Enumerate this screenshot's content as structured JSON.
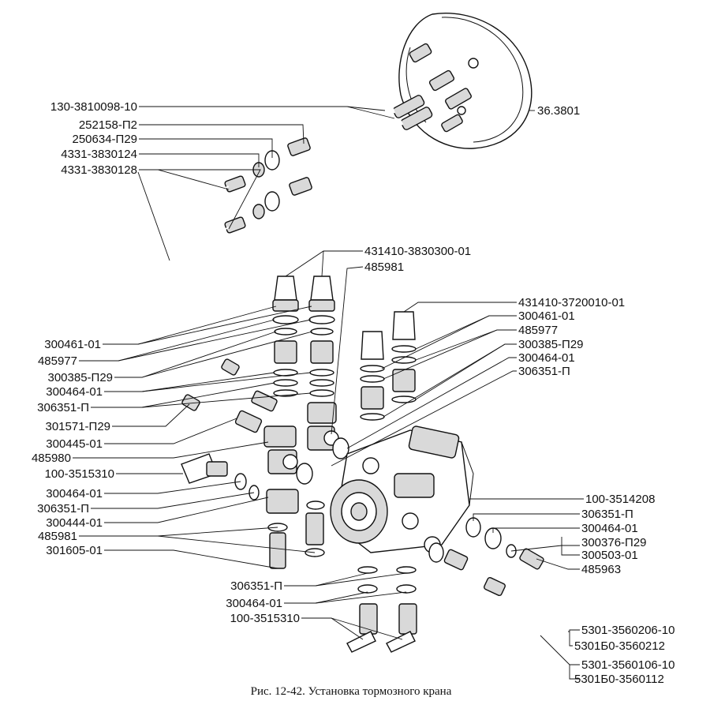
{
  "labels": {
    "l_130_3810098_10": "130-3810098-10",
    "l_252158_p2": "252158-П2",
    "l_250634_p29": "250634-П29",
    "l_4331_3830124": "4331-3830124",
    "l_4331_3830128": "4331-3830128",
    "l_36_3801": "36.3801",
    "l_431410_3830300_01": "431410-3830300-01",
    "l_485981_top": "485981",
    "l_431410_3720010_01": "431410-3720010-01",
    "l_300461_01_r": "300461-01",
    "l_485977_r": "485977",
    "l_300385_p29_r": "300385-П29",
    "l_300464_01_r": "300464-01",
    "l_306351_p_r": "306351-П",
    "l_300461_01_l": "300461-01",
    "l_485977_l": "485977",
    "l_300385_p29_l": "300385-П29",
    "l_300464_01_l": "300464-01",
    "l_306351_p_l": "306351-П",
    "l_301571_p29": "301571-П29",
    "l_300445_01": "300445-01",
    "l_485980": "485980",
    "l_100_3515310_a": "100-3515310",
    "l_300464_01_l2": "300464-01",
    "l_306351_p_l2": "306351-П",
    "l_300444_01": "300444-01",
    "l_485981_l": "485981",
    "l_301605_01": "301605-01",
    "l_100_3514208": "100-3514208",
    "l_306351_p_r2": "306351-П",
    "l_300464_01_r2": "300464-01",
    "l_300376_p29": "300376-П29",
    "l_300503_01": "300503-01",
    "l_485963": "485963",
    "l_306351_p_b": "306351-П",
    "l_300464_01_b": "300464-01",
    "l_100_3515310_b": "100-3515310",
    "l_5301_3560206_10": "5301-3560206-10",
    "l_5301b0_3560212": "5301Б0-3560212",
    "l_5301_3560106_10": "5301-3560106-10",
    "l_5301b0_3560112": "5301Б0-3560112"
  },
  "caption": "Рис. 12-42. Установка тормозного крана"
}
